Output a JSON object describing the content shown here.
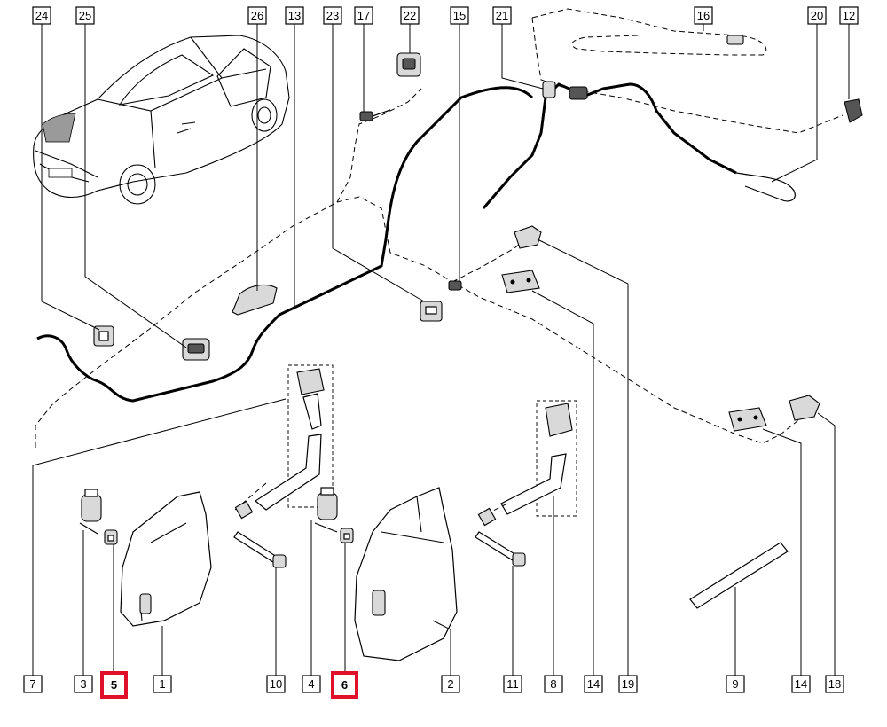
{
  "diagram": {
    "callouts_top": [
      "24",
      "25",
      "26",
      "13",
      "23",
      "17",
      "22",
      "15",
      "21",
      "16",
      "20",
      "12"
    ],
    "callouts_bottom": [
      "7",
      "3",
      "5",
      "1",
      "10",
      "4",
      "6",
      "2",
      "11",
      "8",
      "14",
      "19",
      "9",
      "14",
      "18"
    ],
    "highlighted": [
      "5",
      "6"
    ],
    "highlight_color": "#e0102a"
  }
}
